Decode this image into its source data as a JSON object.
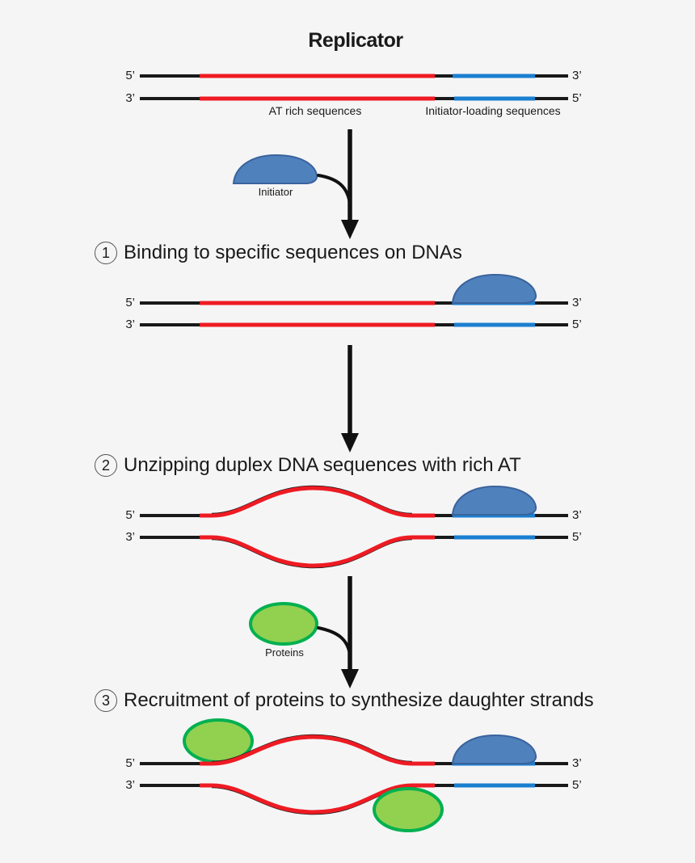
{
  "title": "Replicator",
  "strand_labels": {
    "p5": "5’",
    "p3": "3’"
  },
  "segment_labels": {
    "at_rich": "AT rich sequences",
    "initiator_loading": "Initiator-loading sequences"
  },
  "molecules": {
    "initiator": "Initiator",
    "proteins": "Proteins"
  },
  "steps": [
    {
      "num": "1",
      "text": "Binding to specific sequences on DNAs"
    },
    {
      "num": "2",
      "text": "Unzipping duplex DNA sequences with rich AT"
    },
    {
      "num": "3",
      "text": "Recruitment of proteins to synthesize daughter strands"
    }
  ],
  "colors": {
    "at_rich_red": "#ee1b23",
    "initiator_loading_blue": "#1b7fd0",
    "initiator_fill": "#4f81bd",
    "initiator_stroke": "#3a639c",
    "protein_fill": "#92d050",
    "protein_stroke": "#00b050",
    "strand_black": "#191919",
    "background": "#f5f5f6"
  }
}
